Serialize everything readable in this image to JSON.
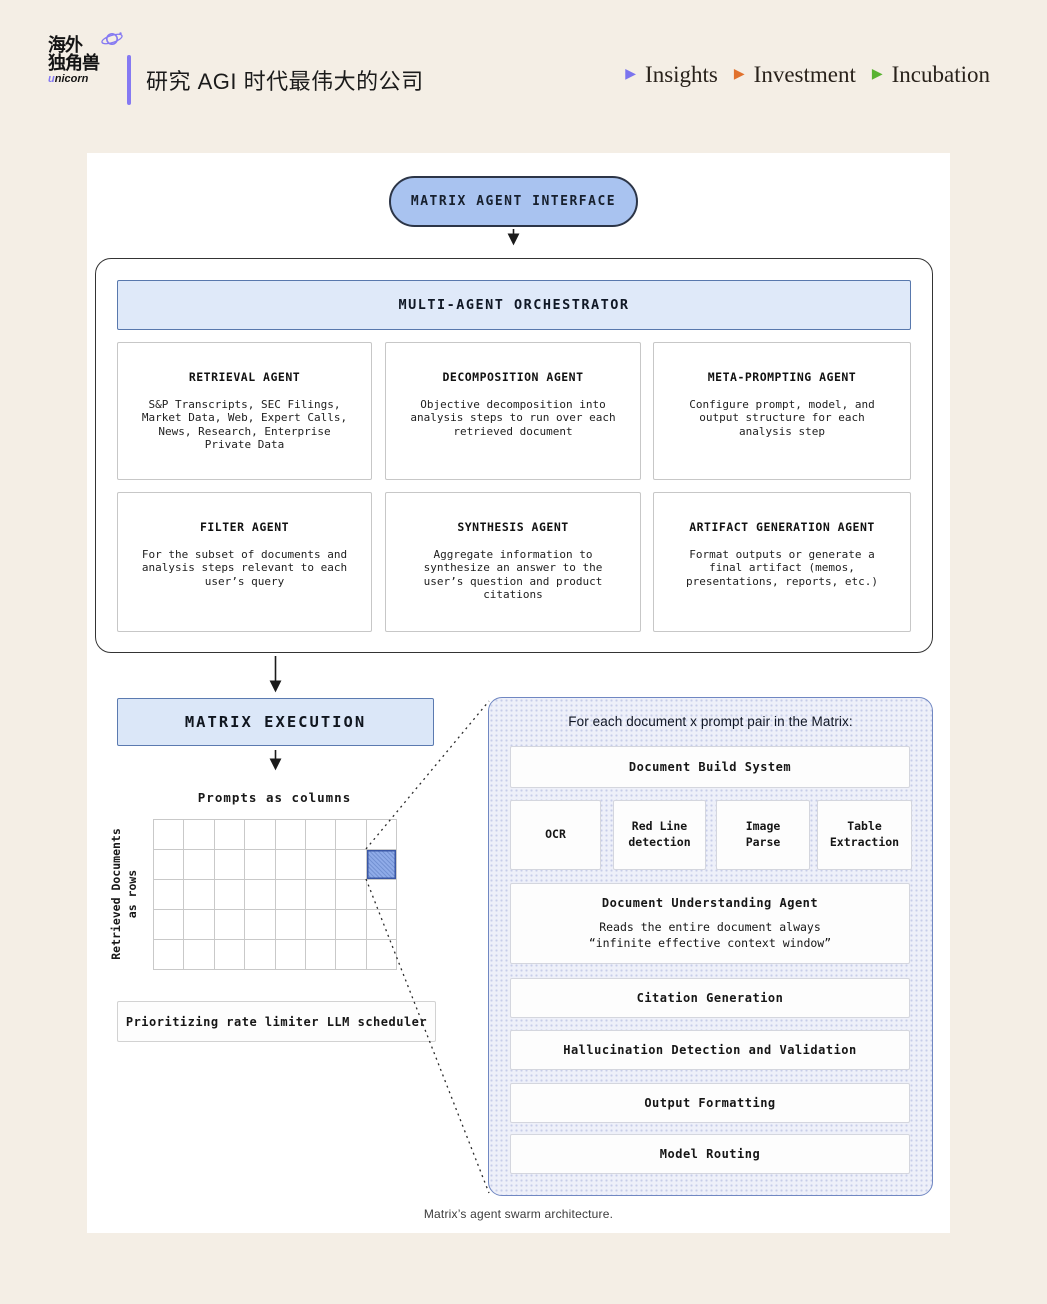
{
  "header": {
    "logo": {
      "line1": "海外",
      "line2": "独角兽",
      "sub": "unicorn"
    },
    "tagline": "研究 AGI 时代最伟大的公司",
    "nav_marker": "▶",
    "nav": [
      {
        "label": "Insights",
        "marker_color": "#7b74ee"
      },
      {
        "label": "Investment",
        "marker_color": "#e1712d"
      },
      {
        "label": "Incubation",
        "marker_color": "#58b331"
      }
    ]
  },
  "diagram": {
    "interface_pill": "MATRIX AGENT INTERFACE",
    "orchestrator_title": "MULTI-AGENT ORCHESTRATOR",
    "agents": [
      {
        "title": "RETRIEVAL AGENT",
        "body": "S&P Transcripts, SEC Filings, Market Data, Web, Expert Calls, News, Research, Enterprise Private Data"
      },
      {
        "title": "DECOMPOSITION AGENT",
        "body": "Objective decomposition into analysis steps to run over each retrieved document"
      },
      {
        "title": "META-PROMPTING AGENT",
        "body": "Configure prompt, model, and output structure for each analysis step"
      },
      {
        "title": "FILTER AGENT",
        "body": "For the subset of documents and analysis steps relevant to each user’s query"
      },
      {
        "title": "SYNTHESIS AGENT",
        "body": "Aggregate information to synthesize an answer to the user’s question and product citations"
      },
      {
        "title": "ARTIFACT GENERATION AGENT",
        "body": "Format outputs or generate a final artifact (memos, presentations, reports, etc.)"
      }
    ],
    "execution_label": "MATRIX EXECUTION",
    "matrix": {
      "columns_label": "Prompts as columns",
      "rows_label": "Retrieved Documents\nas rows",
      "cols": 8,
      "rows": 5,
      "highlight_row": 2,
      "highlight_col": 8
    },
    "scheduler_label": "Prioritizing rate limiter LLM scheduler",
    "panel": {
      "header": "For each document x prompt pair in the Matrix:",
      "build_system": "Document Build System",
      "tools": [
        "OCR",
        "Red Line\ndetection",
        "Image\nParse",
        "Table\nExtraction"
      ],
      "understanding_title": "Document Understanding Agent",
      "understanding_body": "Reads the entire document always\n“infinite effective context window”",
      "pipeline": [
        "Citation Generation",
        "Hallucination Detection and Validation",
        "Output Formatting",
        "Model Routing"
      ]
    },
    "caption": "Matrix’s agent swarm architecture."
  },
  "colors": {
    "page_bg": "#f4eee5",
    "canvas_bg": "#ffffff",
    "pill_fill": "#a9c3f0",
    "bar_fill": "#dfe9f9",
    "blue_border": "#5b7ab0",
    "panel_border": "#7087c2",
    "highlight_cell": "#8fabe8",
    "highlight_border": "#3a57a5",
    "accent_purple": "#8579f2",
    "nav_insights": "#7b74ee",
    "nav_investment": "#e1712d",
    "nav_incubation": "#58b331"
  }
}
